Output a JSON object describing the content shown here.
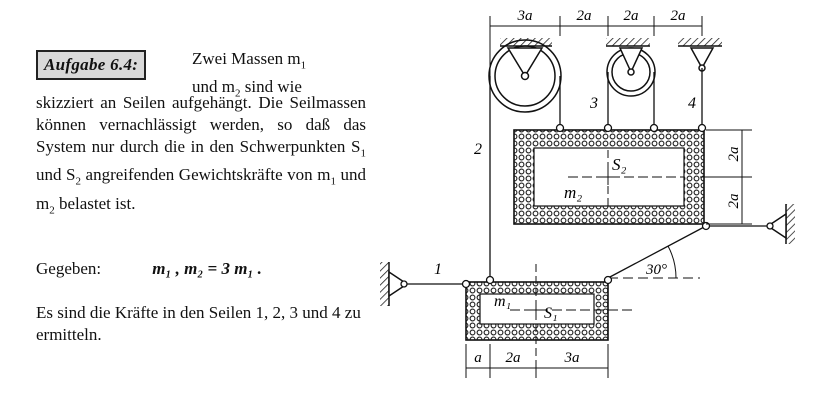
{
  "task": {
    "label": "Aufgabe 6.4:",
    "intro_line1": "Zwei Massen m",
    "intro_line1_sub": "1",
    "intro_line2": "und m",
    "intro_line2_sub": "2",
    "intro_line2_tail": " sind wie",
    "body_text": "skizziert an Seilen aufgehängt. Die Seilmassen können vernachlässigt werden, so daß das System nur durch die in den Schwerpunkten S",
    "body_text_s1_sub": "1",
    "body_text_mid": " und S",
    "body_text_s2_sub": "2",
    "body_text_tail": " angreifenden Gewichtskräfte von m",
    "body_text_m1_sub": "1",
    "body_text_and": " und m",
    "body_text_m2_sub": "2",
    "body_text_end": " belastet ist.",
    "given_label": "Gegeben:",
    "given_value": "m₁ ,  m₂ = 3 m₁ .",
    "question": "Es sind die Kräfte in den Seilen 1, 2, 3 und 4 zu ermitteln."
  },
  "diagram": {
    "top_dims": [
      "3a",
      "2a",
      "2a",
      "2a"
    ],
    "right_dims": [
      "2a",
      "2a"
    ],
    "bottom_dims": [
      "a",
      "2a",
      "3a"
    ],
    "rope_labels": [
      "1",
      "2",
      "3",
      "4"
    ],
    "mass_upper_label": "m₂",
    "mass_upper_cg": "S₂",
    "mass_lower_label": "m₁",
    "mass_lower_cg": "S₁",
    "angle_label": "30°"
  }
}
